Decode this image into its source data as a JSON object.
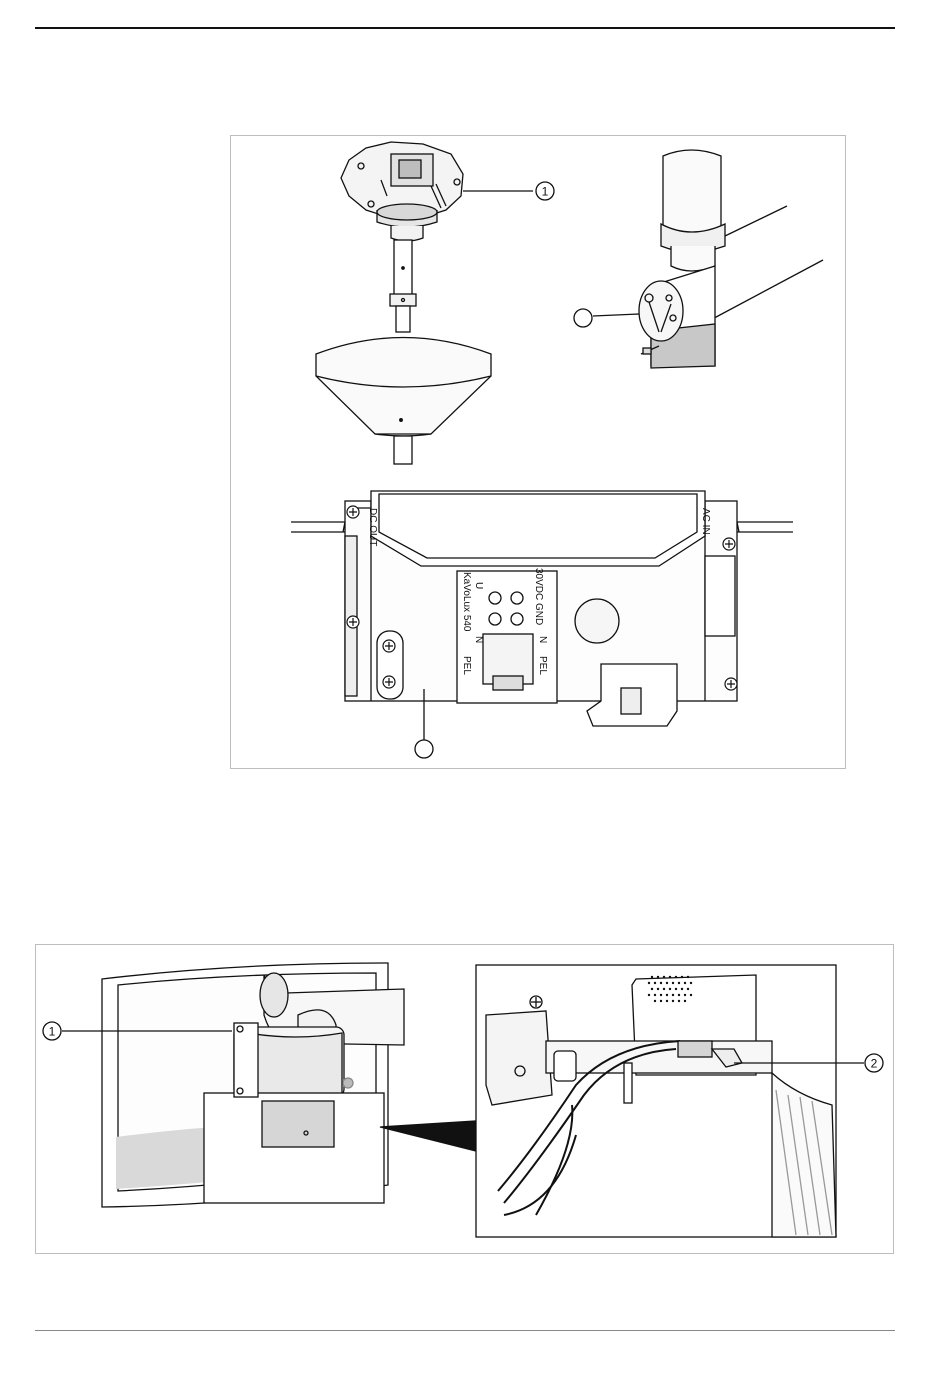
{
  "figure1": {
    "callouts": {
      "one": "1"
    },
    "labels": {
      "dc_out": "DC OUT",
      "ac_in": "AC IN",
      "voltage": "30VDC GND",
      "u": "U",
      "model": "KaVoLux 540",
      "n_left": "N",
      "pel_left": "PEL",
      "n_right": "N",
      "pel_right": "PEL"
    }
  },
  "figure2": {
    "callouts": {
      "one": "1",
      "two": "2"
    }
  },
  "icons": [
    "screw-icon",
    "speaker-grille-icon"
  ]
}
